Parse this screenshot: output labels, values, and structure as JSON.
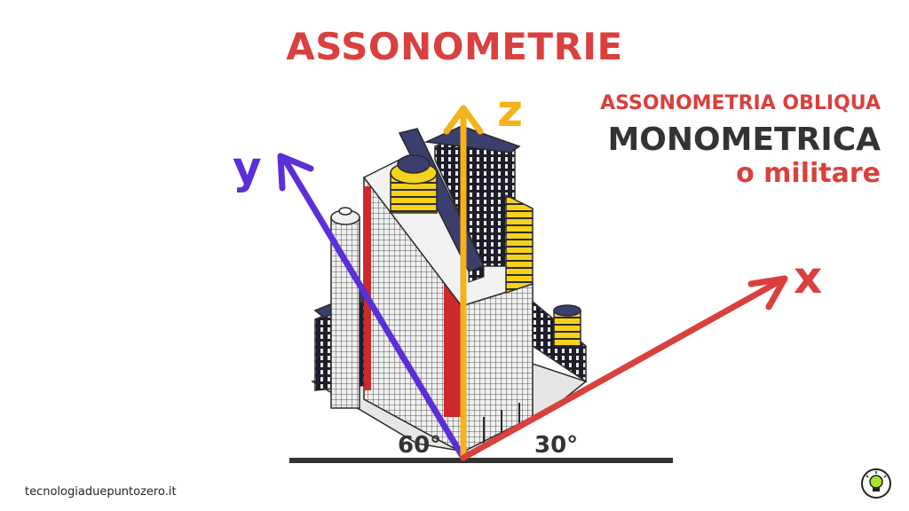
{
  "title": "ASSONOMETRIE",
  "subtitle": {
    "line1": "ASSONOMETRIA OBLIQUA",
    "line2": "MONOMETRICA",
    "line3": "o militare"
  },
  "axes": {
    "x": {
      "label": "x",
      "color": "#d9403e"
    },
    "y": {
      "label": "y",
      "color": "#5b2fd8"
    },
    "z": {
      "label": "z",
      "color": "#f5b21c"
    }
  },
  "angles": {
    "left": "60°",
    "right": "30°"
  },
  "colors": {
    "accent": "#d9403e",
    "dark": "#333333"
  },
  "footer": {
    "site": "tecnologiaduepuntozero.it",
    "logo_icon": "lightbulb-icon"
  }
}
